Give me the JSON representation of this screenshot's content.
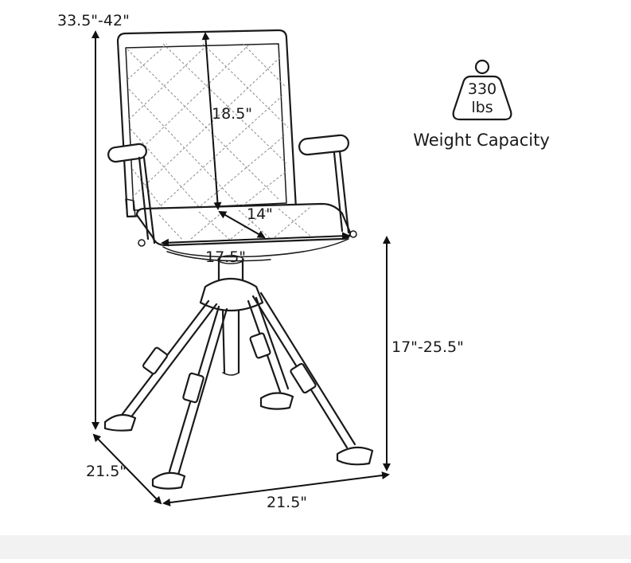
{
  "dimensions": {
    "total_height": "33.5\"-42\"",
    "backrest_height": "18.5\"",
    "seat_depth": "14\"",
    "seat_width": "17.5\"",
    "seat_height": "17\"-25.5\"",
    "base_depth": "21.5\"",
    "base_width": "21.5\""
  },
  "weight_capacity": {
    "value": "330",
    "unit": "lbs",
    "label": "Weight Capacity"
  }
}
